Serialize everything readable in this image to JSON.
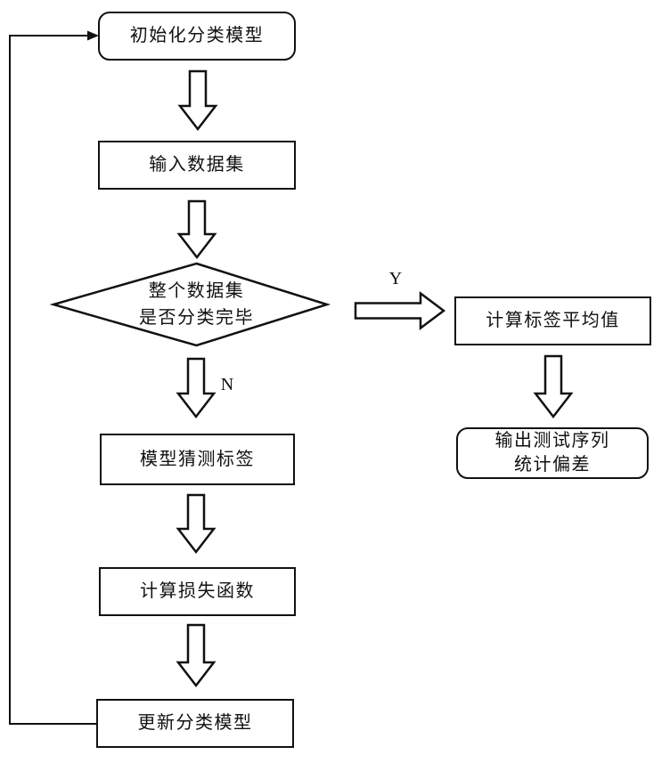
{
  "flowchart": {
    "nodes": {
      "init": {
        "label": "初始化分类模型"
      },
      "input": {
        "label": "输入数据集"
      },
      "decision": {
        "line1": "整个数据集",
        "line2": "是否分类完毕"
      },
      "calc_avg": {
        "label": "计算标签平均值"
      },
      "output": {
        "line1": "输出测试序列",
        "line2": "统计偏差"
      },
      "guess": {
        "label": "模型猜测标签"
      },
      "loss": {
        "label": "计算损失函数"
      },
      "update": {
        "label": "更新分类模型"
      }
    },
    "edges": {
      "yes_label": "Y",
      "no_label": "N"
    },
    "colors": {
      "stroke": "#111111",
      "background": "#ffffff"
    }
  }
}
